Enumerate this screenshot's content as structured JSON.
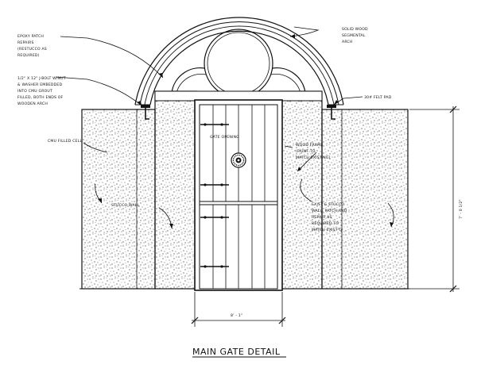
{
  "title": "MAIN GATE DETAIL",
  "notes": {
    "epoxy": [
      "EPOXY PATCH",
      "REPAIRS",
      "(RESTUCCO AS",
      "REQUIRED)"
    ],
    "solid_wood": [
      "SOLID WOOD",
      "SEGMENTAL",
      "ARCH"
    ],
    "bolt": [
      "1/2\" X 12\" J-BOLT W/NUT",
      "& WASHER EMBEDDED",
      "INTO CMU GROUT",
      "FILLED, BOTH ENDS OF",
      "WOODEN ARCH"
    ],
    "felt": [
      "30# FELT PAD"
    ],
    "cmu": [
      "CMU FILLED CELL"
    ],
    "gate_opening": [
      "GATE OPENING"
    ],
    "wood_frame": [
      "WOOD FRAME",
      "(PAINT TO",
      "MATCH EXISTING)"
    ],
    "stucco_wall": [
      "STUCCO WALL"
    ],
    "exist_stucco": [
      "EXIST'G STUCCO",
      "WALL, PATCH AND",
      "REPAIR AS",
      "REQUIRED TO",
      "MATCH EXIST'G"
    ]
  },
  "dimensions": {
    "width": "8' - 1\"",
    "height": "7' - 0 1/2\""
  }
}
